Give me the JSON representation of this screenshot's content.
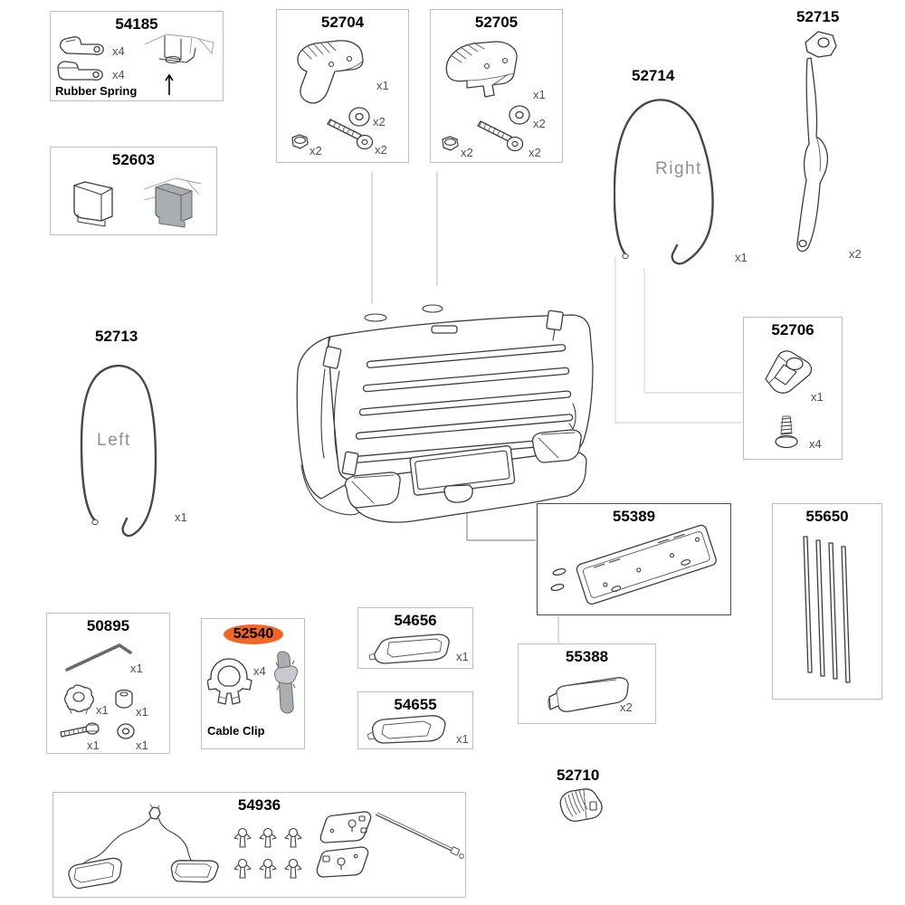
{
  "colors": {
    "highlight": "#F26522",
    "box_border": "#bdbdbd",
    "dark_box_border": "#4a4a4a",
    "leader_line": "#bcbcbc",
    "ink": "#3d3d3d"
  },
  "panels": {
    "p54185": {
      "number": "54185",
      "caption": "Rubber Spring",
      "qty_lever_top": "x4",
      "qty_lever_bottom": "x4"
    },
    "p52603": {
      "number": "52603"
    },
    "p52704": {
      "number": "52704",
      "qty_housing": "x1",
      "qty_washer": "x2",
      "qty_nut": "x2",
      "qty_bolt": "x2"
    },
    "p52705": {
      "number": "52705",
      "qty_housing": "x1",
      "qty_washer": "x2",
      "qty_nut": "x2",
      "qty_bolt": "x2"
    },
    "p52714": {
      "number": "52714",
      "side": "Right",
      "qty": "x1"
    },
    "p52715": {
      "number": "52715",
      "qty": "x2"
    },
    "p52713": {
      "number": "52713",
      "side": "Left",
      "qty": "x1"
    },
    "p52706": {
      "number": "52706",
      "qty_bracket": "x1",
      "qty_screw": "x4"
    },
    "p55389": {
      "number": "55389"
    },
    "p55650": {
      "number": "55650"
    },
    "p50895": {
      "number": "50895",
      "qty_hex_key": "x1",
      "qty_knob": "x1",
      "qty_spacer": "x1",
      "qty_bolt": "x1",
      "qty_washer": "x1"
    },
    "p52540": {
      "number": "52540",
      "caption": "Cable Clip",
      "qty": "x4",
      "highlighted": true
    },
    "p54656": {
      "number": "54656",
      "qty": "x1"
    },
    "p54655": {
      "number": "54655",
      "qty": "x1"
    },
    "p55388": {
      "number": "55388",
      "qty": "x2"
    },
    "p52710": {
      "number": "52710"
    },
    "p54936": {
      "number": "54936"
    }
  }
}
